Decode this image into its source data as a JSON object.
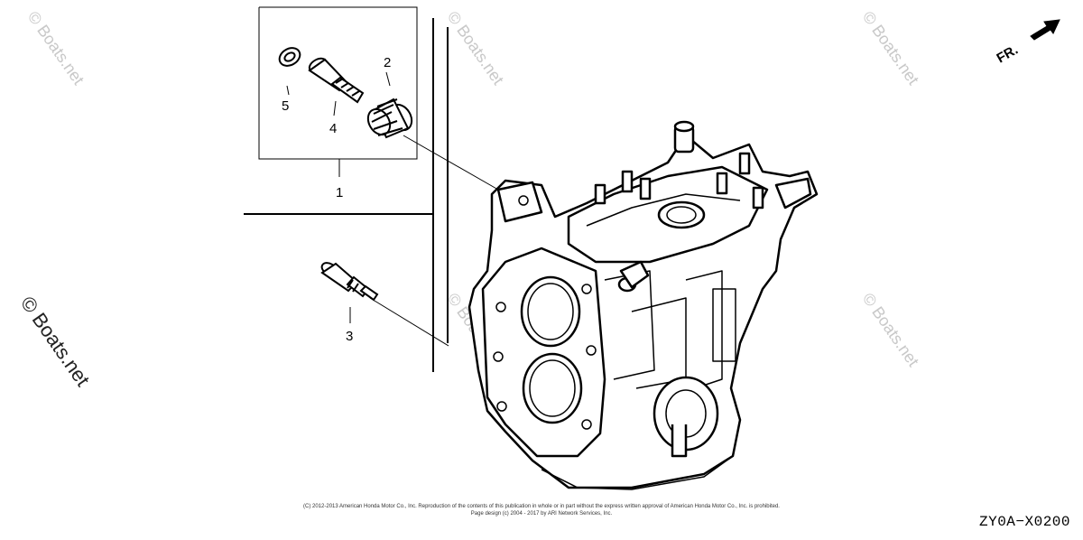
{
  "watermark": {
    "text": "© Boats.net"
  },
  "direction": {
    "label": "FR."
  },
  "callouts": {
    "c1": "1",
    "c2": "2",
    "c3": "3",
    "c4": "4",
    "c5": "5"
  },
  "footer": {
    "copyright_line1": "(C) 2012-2013 American Honda Motor Co., Inc. Reproduction of the contents of this publication in whole or in part without the express written approval of American Honda Motor Co., Inc. is prohibited.",
    "copyright_line2": "Page design (c) 2004 - 2017 by ARI Network Services, Inc.",
    "diagram_code": "ZY0A−X0200"
  }
}
